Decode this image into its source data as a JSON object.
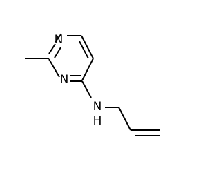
{
  "molecule": {
    "atoms": {
      "n_ring_upper": "N",
      "n_ring_lower": "N",
      "n_amine": "N",
      "h_amine": "H"
    }
  }
}
